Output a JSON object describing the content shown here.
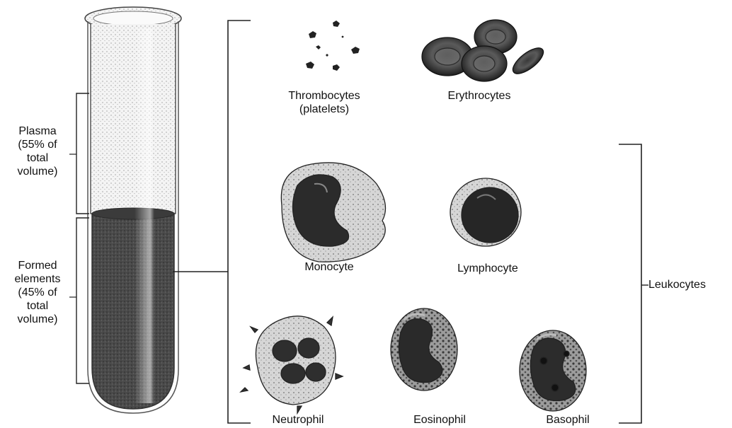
{
  "tube": {
    "plasma_label": [
      "Plasma",
      "(55% of",
      "total",
      "volume)"
    ],
    "formed_label": [
      "Formed",
      "elements",
      "(45% of",
      "total",
      "volume)"
    ],
    "plasma_fraction": 0.55,
    "formed_fraction": 0.45
  },
  "cells": {
    "thrombocytes": [
      "Thrombocytes",
      "(platelets)"
    ],
    "erythrocytes": "Erythrocytes",
    "monocyte": "Monocyte",
    "lymphocyte": "Lymphocyte",
    "neutrophil": "Neutrophil",
    "eosinophil": "Eosinophil",
    "basophil": "Basophil"
  },
  "group_label": "Leukocytes"
}
